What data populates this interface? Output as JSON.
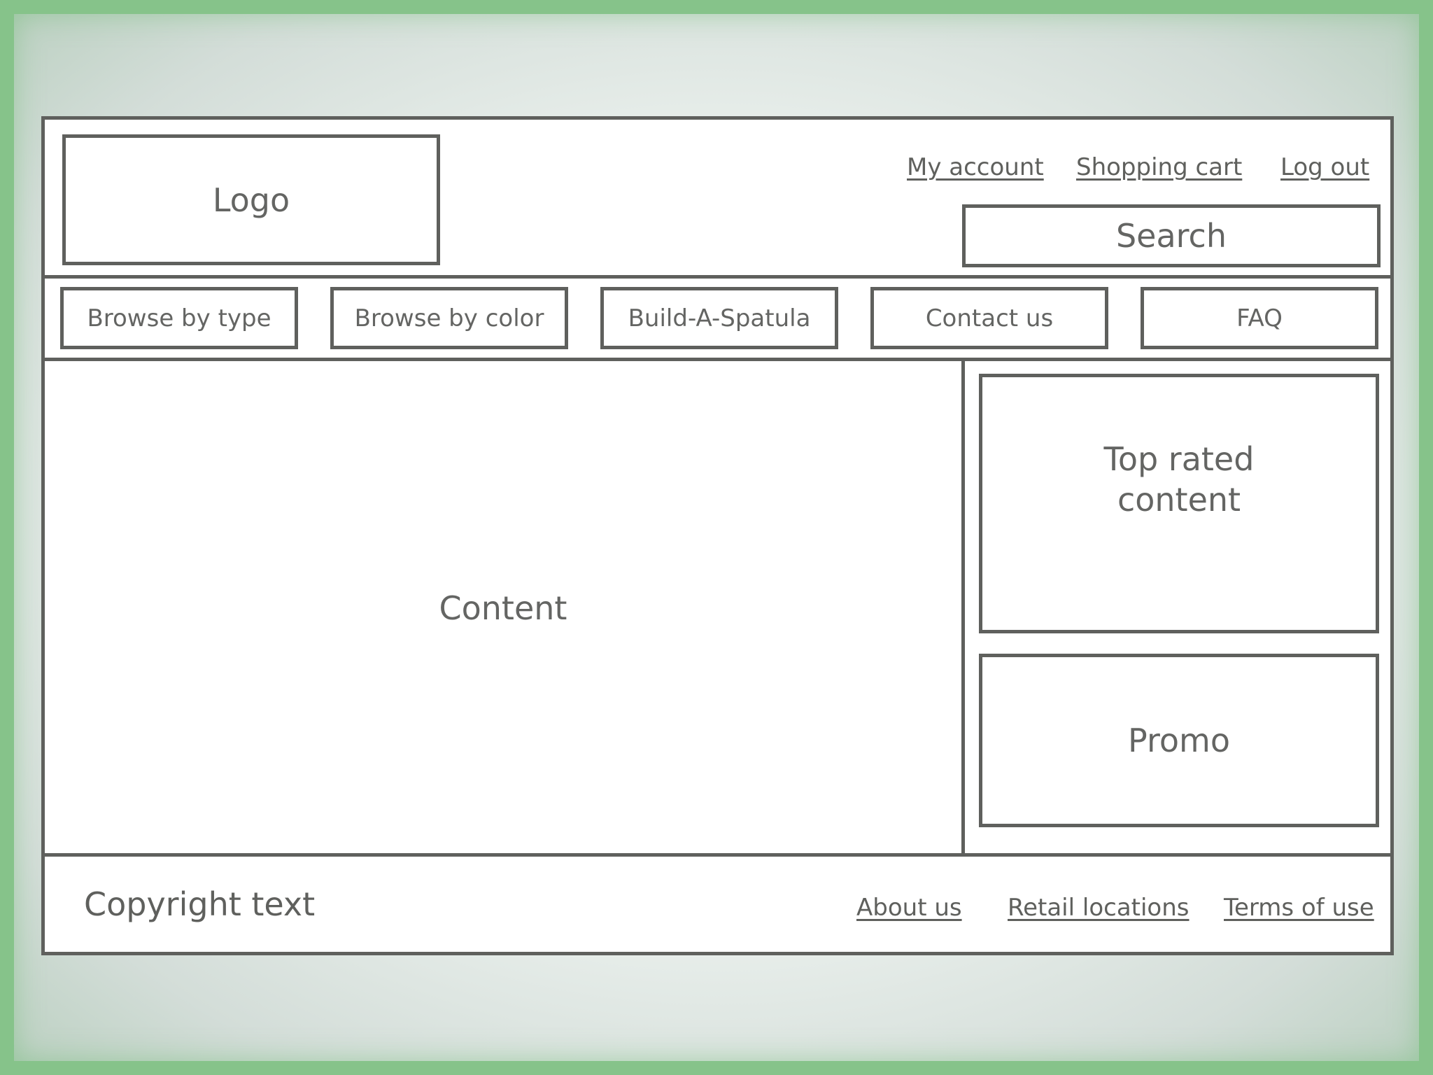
{
  "header": {
    "logo_label": "Logo",
    "links": [
      "My account",
      "Shopping cart",
      "Log out"
    ],
    "search_label": "Search"
  },
  "nav": {
    "items": [
      "Browse by type",
      "Browse by color",
      "Build-A-Spatula",
      "Contact us",
      "FAQ"
    ]
  },
  "main": {
    "content_label": "Content",
    "top_rated_label": "Top rated content",
    "promo_label": "Promo"
  },
  "footer": {
    "copyright": "Copyright text",
    "links": [
      "About us",
      "Retail locations",
      "Terms of use"
    ]
  },
  "colors": {
    "outline": "#5f605d",
    "frame": "#86c38a",
    "text": "#646563"
  }
}
